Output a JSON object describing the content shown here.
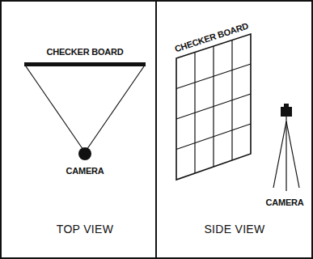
{
  "diagram": {
    "labels": [
      "CHECKER BOARD",
      "CAMERA",
      "TOP VIEW",
      "CHECKER BOARD",
      "CAMERA",
      "SIDE VIEW"
    ]
  }
}
